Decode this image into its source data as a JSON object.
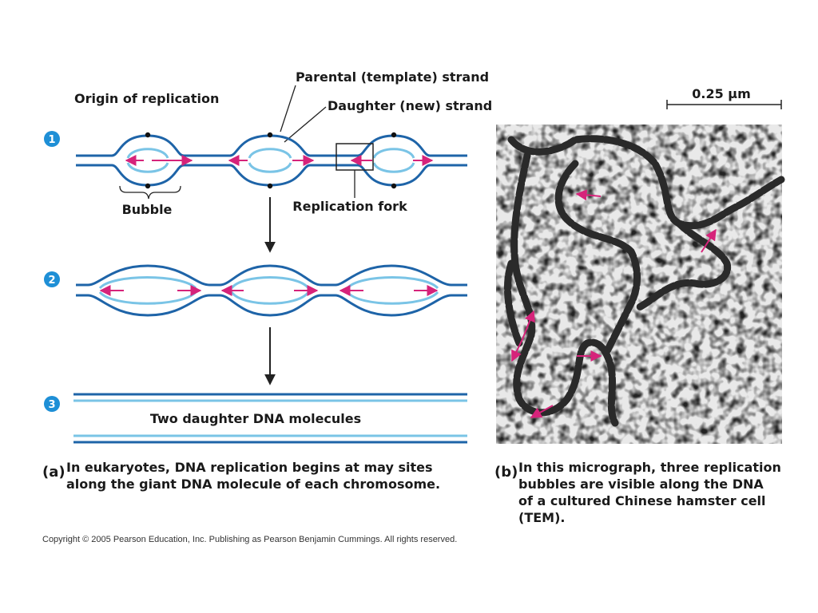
{
  "labels": {
    "parental_strand": "Parental (template) strand",
    "origin": "Origin of replication",
    "daughter_strand": "Daughter (new) strand",
    "bubble": "Bubble",
    "replication_fork": "Replication fork",
    "two_daughter": "Two daughter DNA molecules",
    "scale": "0.25 µm"
  },
  "steps": [
    "1",
    "2",
    "3"
  ],
  "panel_a": {
    "tag": "(a)",
    "caption_lines": [
      "In eukaryotes, DNA replication begins at may sites",
      "along the giant DNA molecule of each chromosome."
    ]
  },
  "panel_b": {
    "tag": "(b)",
    "caption_lines": [
      "In this micrograph, three replication",
      "bubbles are visible along the DNA",
      "of a cultured Chinese hamster cell",
      "(TEM)."
    ]
  },
  "copyright": "Copyright © 2005 Pearson Education, Inc. Publishing as Pearson Benjamin Cummings. All rights reserved.",
  "colors": {
    "parental": "#1e64a8",
    "daughter": "#7ac4e6",
    "arrow": "#d6237a",
    "step_circle": "#1e8fd6",
    "micrograph_bg": "#e9e9e9",
    "micrograph_dna": "#2a2a2a"
  }
}
